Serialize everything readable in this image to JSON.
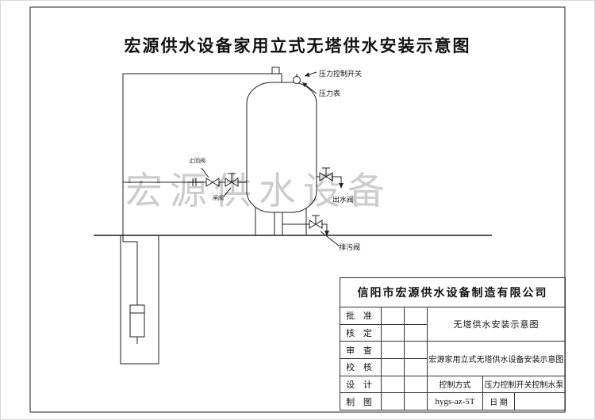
{
  "page": {
    "title": "宏源供水设备家用立式无塔供水安装示意图"
  },
  "watermark": "宏源供水设备",
  "diagram": {
    "labels": {
      "pressure_switch": "压力控制开关",
      "pressure_gauge": "压力表",
      "outlet_valve": "出水阀",
      "drain_valve": "排污阀",
      "check_valve": "止回阀",
      "gate_valve": "闸阀"
    }
  },
  "title_block": {
    "company": "信阳市宏源供水设备制造有限公司",
    "rows": [
      {
        "label": "批 准"
      },
      {
        "label": "核 定"
      },
      {
        "label": "审 查"
      },
      {
        "label": "校 核"
      },
      {
        "label": "设 计"
      },
      {
        "label": "制 图"
      }
    ],
    "drawing_name_1": "无塔供水安装示意图",
    "drawing_name_2": "宏源家用立式无塔供水设备安装示意图",
    "control_mode_label": "控制方式",
    "control_mode_value": "压力控制开关控制水泵",
    "model": "hygs-az-5T",
    "date_label": "日 期"
  }
}
